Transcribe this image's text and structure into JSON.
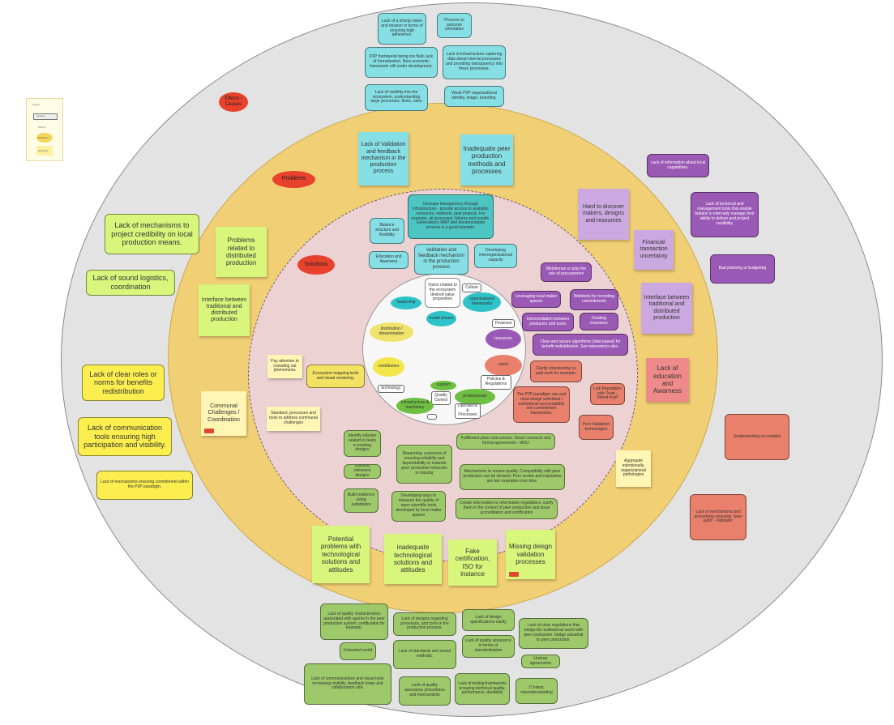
{
  "legend": {
    "items": [
      "Tagged",
      "Causes",
      "Effects",
      "Problems",
      "Solutions"
    ]
  },
  "labels": {
    "effects_causes": "Effects / Causes",
    "problems": "Problems",
    "solutions": "Solutions"
  },
  "outer_top": {
    "n1": "Lack of a strong vision and mission in terms of ensuring high adherence.",
    "n2": "Process vs outcome orientation",
    "n3": "P2P framework being too fluid, lack of formalization. New economic framework still under development.",
    "n4": "Lack of infrastructure capturing data about internal processes and providing transparency into these processes.",
    "n5": "Lack of visibility into the ecosystem, understanding large processes, flows, roles",
    "n6": "Weak P2P organizational identity, image, branding."
  },
  "outer_left": {
    "n1": "Lack of mechanisms to project credibility on local production means.",
    "n2": "Lack of sound logistics, coordination",
    "n3": "Lack of clear roles or norms for benefits redistribution",
    "n4": "Lack of communication tools ensuring high participation and visibility.",
    "n5": "Lack of mechanisms ensuring commitment within the P2P paradigm."
  },
  "outer_right": {
    "n1": "Lack of information about local capabilities.",
    "n2": "Lack of technical and management tools that enable fablabs to internally manage their ability to deliver and project credibility.",
    "n3": "Bad planning or budgeting",
    "n4": "Understanding co-creation",
    "n5": "Lack of mechanisms and procedures ensuring \"peer audit\" - Validator."
  },
  "outer_bottom": {
    "n1": "Lack of quality characteristics associated with agents in the peer production system, certification for example.",
    "n2": "Lack of designs regarding processes, and tools in the production process.",
    "n3": "Lack of design specifications clarity",
    "n4": "Lack of clear regulations that bridge the institutional world with peer production, bridge industrial to peer production.",
    "n5": "Unleveled world",
    "n6": "Lack of standards and sound methods.",
    "n7": "Lack of quality assurance in terms of standardization",
    "n8": "Unclear agreements",
    "n9": "Lack of communications and visual tools increasing visibility, feedback loops and collaboration rate.",
    "n10": "Lack of quality assurance procedures and mechanisms",
    "n11": "Lack of testing frameworks ensuring technical quality, performance, durability",
    "n12": "IT intent, misunderstanding"
  },
  "problems": {
    "p1": "Lack of Validation and feedback mechanism in the production process",
    "p2": "Inadequate peer production methods and processes",
    "p3": "Problems related to distributed production",
    "p4": "Interface between traditional and distributed production",
    "p5": "Hard to discover makers, designs and resources",
    "p6": "Financial transaction uncertainty",
    "p7": "Interface between traditional and distributed production",
    "p8": "Lack of education and Awarness",
    "p9": "Communal Challenges / Coordination",
    "p10": "Potential problems with technological solutions and attitudes",
    "p11": "inadequate technological solutions and attitudes",
    "p12": "Fake certification, ISO for instance",
    "p13": "Missing deisgn validation processes",
    "p14": "Aggregate intentionally, organizational pathologies"
  },
  "solutions": {
    "s1": "Increase transparency through infrastructure - provide access to available resources, methods, past projects. For example, all processes, failures and results. Generation's MRP and documentation process is a good example.",
    "s2": "Balance structure and flexibility",
    "s3": "Education and Awarness",
    "s4": "Validation and feedback mechanism in the production process",
    "s5": "Developing interorganizational capacity",
    "s6": "Middleman or play the role of procurement",
    "s7": "Leveraging local maker spaces",
    "s8": "Webtools for recording commitments",
    "s9": "Intermediation between producers and users",
    "s10": "Funding insurance",
    "s11": "Clear and secure algorithms (data based) for benefit redistribution. See tokenomics also.",
    "s12": "Clarify volunteering vs paid work for example.",
    "s13": "The P2P paradigm can and must design individual / institutional accountability and commitment frameworks.",
    "s14": "Link Reputation with Trust - \"linked trust\"",
    "s15": "Peer Validation technologies",
    "s16": "Pay attention to crowding out phenomena.",
    "s17": "Ecosystem mapping tools and visual rendering.",
    "s18": "Standard, processes and tools to address communal challenges",
    "s19": "Identify solution related to faults in existing designs",
    "s20": "Fulfillment plans and actions. Smart contracts and formal agreements - MOU",
    "s21": "Reasoning: a process of ensuring reliability and dependability in material peer production networks is missing",
    "s22": "Building reference designs",
    "s23": "Mechanisms to ensure quality. Compatibility with peer production can be devised. Peer review and reputation are two examples over time.",
    "s24": "Build resilience using substitutes",
    "s25": "Developing ways to measure the quality of open scientific tools developed by local maker spaces",
    "s26": "Create new bodies to reformulate regulations, clarify them in the context of peer production and issue accreditation and certification"
  },
  "core": {
    "vision": "Vision related to the ecosystem desired value proposition",
    "culture": "Culture",
    "leadership": "leadership",
    "org_frameworks": "organizational frameworks",
    "model_drivers": "model drivers",
    "financial": "Financial",
    "distribution": "distribution / dissemination",
    "resources": "resources",
    "contributors": "contributors",
    "users": "users",
    "policies": "Policies & Regulations",
    "support": "support",
    "technology": "technology",
    "quality": "Quality Control",
    "professionals": "professionals",
    "infrastructure": "Infrastructure & machinery",
    "operations": "Operations & Processes",
    "blank": ""
  }
}
